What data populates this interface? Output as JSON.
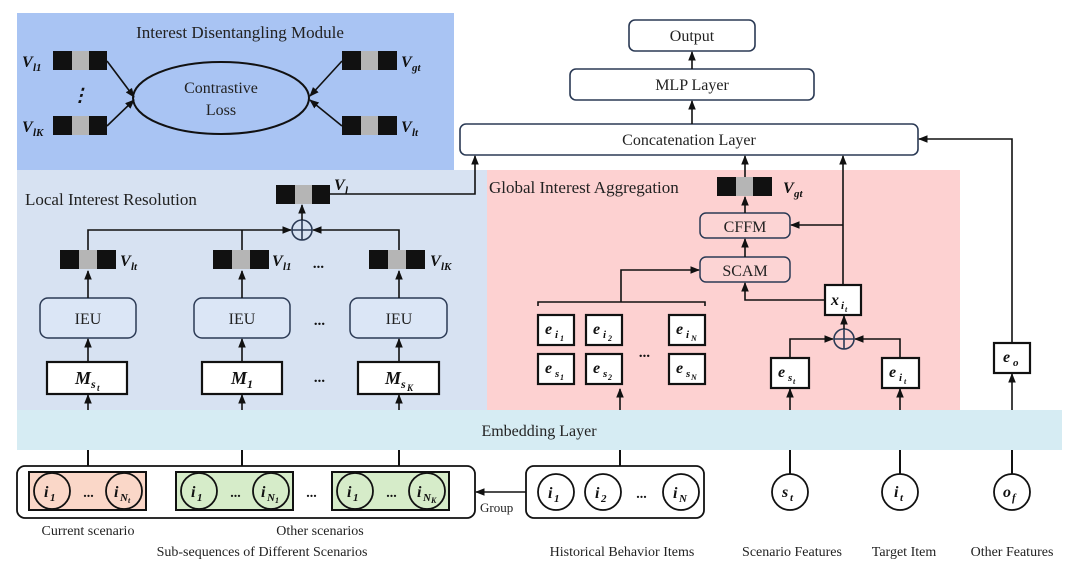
{
  "modules": {
    "disentangling": {
      "title": "Interest Disentangling Module",
      "center": "Contrastive",
      "center2": "Loss",
      "vectors": {
        "left_top": "V",
        "left_top_sub": "l1",
        "left_bottom": "V",
        "left_bottom_sub": "lK",
        "right_top": "V",
        "right_top_sub": "gt",
        "right_bottom": "V",
        "right_bottom_sub": "lt",
        "dots": "⋮"
      }
    },
    "local": {
      "title": "Local Interest Resolution",
      "out_vector": "V",
      "out_vector_sub": "l",
      "columns": [
        {
          "vec": "V",
          "vec_sub": "lt",
          "unit": "IEU",
          "m": "M",
          "m_sub": "s",
          "m_subsub": "t"
        },
        {
          "vec": "V",
          "vec_sub": "l1",
          "unit": "IEU",
          "m": "M",
          "m_sub": "1",
          "m_subsub": ""
        },
        {
          "vec": "V",
          "vec_sub": "lK",
          "unit": "IEU",
          "m": "M",
          "m_sub": "s",
          "m_subsub": "K"
        }
      ],
      "ellipsis": "..."
    },
    "global": {
      "title": "Global Interest Aggregation",
      "out_vector": "V",
      "out_vector_sub": "gt",
      "cffm": "CFFM",
      "scam": "SCAM",
      "x": "x",
      "x_sub": "i",
      "x_subsub": "t",
      "items_top": [
        {
          "b": "e",
          "s": "i",
          "ss": "1"
        },
        {
          "b": "e",
          "s": "i",
          "ss": "2"
        },
        {
          "b": "e",
          "s": "i",
          "ss": "N"
        }
      ],
      "items_bottom": [
        {
          "b": "e",
          "s": "s",
          "ss": "1"
        },
        {
          "b": "e",
          "s": "s",
          "ss": "2"
        },
        {
          "b": "e",
          "s": "s",
          "ss": "N"
        }
      ],
      "est": {
        "b": "e",
        "s": "s",
        "ss": "t"
      },
      "eit": {
        "b": "e",
        "s": "i",
        "ss": "t"
      },
      "ellipsis": "..."
    },
    "top": {
      "output": "Output",
      "mlp": "MLP Layer",
      "concat": "Concatenation Layer"
    },
    "other": {
      "eo": "e",
      "eo_sub": "o"
    },
    "embedding": {
      "label": "Embedding Layer"
    }
  },
  "inputs": {
    "current": {
      "a": "i",
      "a_sub": "1",
      "b": "i",
      "b_sub": "N",
      "b_subsub": "t"
    },
    "other1": {
      "a": "i",
      "a_sub": "1",
      "b": "i",
      "b_sub": "N",
      "b_subsub": "1"
    },
    "otherK": {
      "a": "i",
      "a_sub": "1",
      "b": "i",
      "b_sub": "N",
      "b_subsub": "K"
    },
    "hist": [
      {
        "b": "i",
        "s": "1"
      },
      {
        "b": "i",
        "s": "2"
      },
      {
        "b": "i",
        "s": "N"
      }
    ],
    "st": {
      "b": "s",
      "s": "t"
    },
    "it": {
      "b": "i",
      "s": "t"
    },
    "of": {
      "b": "o",
      "s": "f"
    },
    "ellipsis": "...",
    "group": "Group"
  },
  "captions": {
    "current": "Current scenario",
    "others": "Other scenarios",
    "subseq": "Sub-sequences of Different Scenarios",
    "hist": "Historical Behavior Items",
    "scenario": "Scenario Features",
    "target": "Target Item",
    "other": "Other Features"
  },
  "colors": {
    "disentangle_bg": "#a9c4f3",
    "local_bg": "#d7e2f2",
    "global_bg": "#fdd1d1",
    "embed_bg": "#d6ecf3",
    "current_bg": "#fad7c8",
    "other_bg": "#d6ecc9"
  }
}
